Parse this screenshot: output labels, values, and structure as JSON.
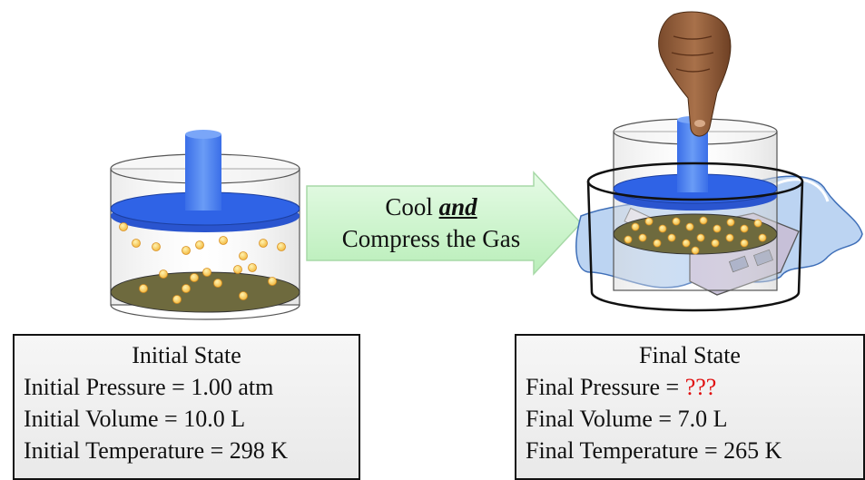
{
  "arrow": {
    "line1_prefix": "Cool ",
    "line1_emphasis": "and",
    "line2": "Compress the Gas"
  },
  "initial_state": {
    "title": "Initial State",
    "pressure_label": "Initial Pressure = ",
    "pressure_value": "1.00 atm",
    "volume_label": "Initial Volume  = ",
    "volume_value": "10.0 L",
    "temperature_label": "Initial Temperature  = ",
    "temperature_value": "298 K"
  },
  "final_state": {
    "title": "Final State",
    "pressure_label": "Final Pressure  = ",
    "pressure_value": "???",
    "volume_label": "Final Volume  = ",
    "volume_value": "7.0 L",
    "temperature_label": "Final Temperature  = ",
    "temperature_value": "265 K"
  },
  "colors": {
    "piston": "#2f63e6",
    "rod": "#4f86f0",
    "gas_pool": "#6e6a3e",
    "particle": "#f6c14a",
    "arrow_fill": "#d2f7d2",
    "unknown_value": "#e01010",
    "ice": "#bcd4f2"
  },
  "icons": [
    "gas-cylinder-icon",
    "pointing-hand-icon",
    "ice-tray-icon",
    "right-arrow-icon"
  ]
}
